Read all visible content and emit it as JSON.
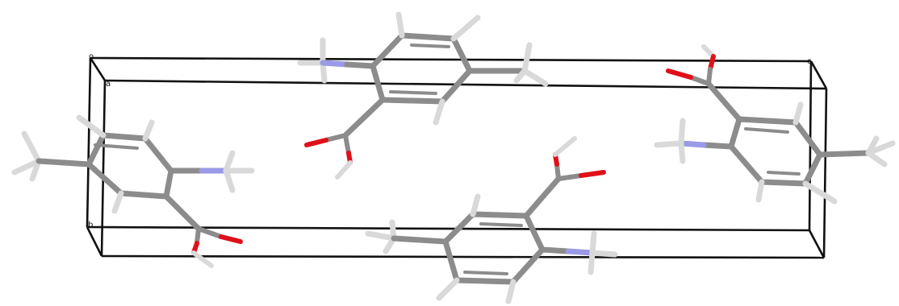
{
  "axis_labels": {
    "origin": "o",
    "a": "a",
    "b": "b",
    "c": "c"
  },
  "colors": {
    "background": "#ffffff",
    "cell_edge": "#111111",
    "carbon": "#8c8c8c",
    "hydrogen": "#d9d9d9",
    "nitrogen": "#9a9ae6",
    "oxygen": "#e0101a"
  },
  "molecules": [
    {
      "id": "m1",
      "description_ref": "left"
    },
    {
      "id": "m2",
      "description_ref": "top-center"
    },
    {
      "id": "m3",
      "description_ref": "bottom-center"
    },
    {
      "id": "m4",
      "description_ref": "right"
    }
  ]
}
